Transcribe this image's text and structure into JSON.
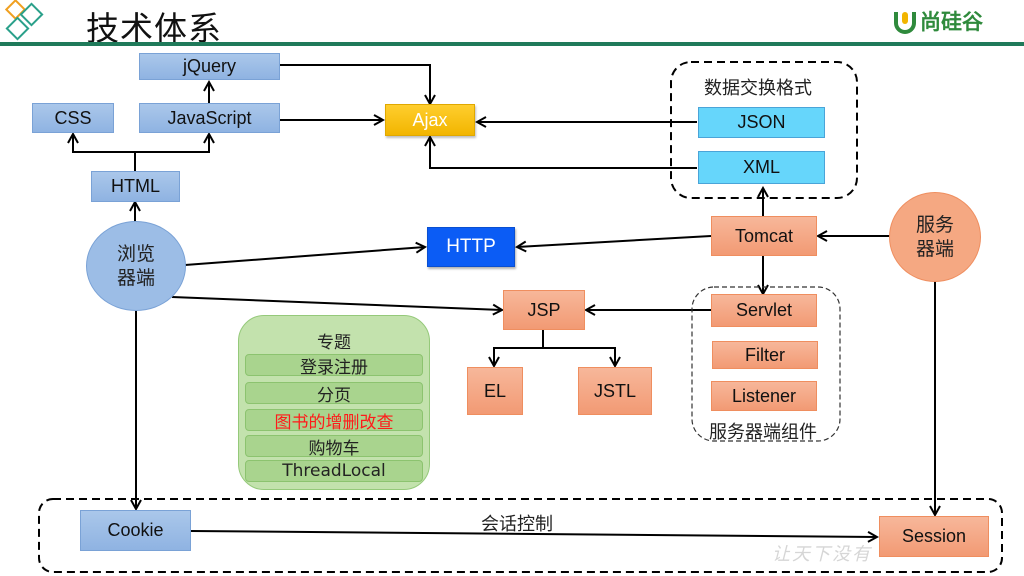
{
  "header": {
    "title": "技术体系",
    "brand": "尚硅谷",
    "brand_logo_letter": "U",
    "accent_color": "#1f7a5a",
    "brand_color": "#2f8a3c"
  },
  "nodes": {
    "jquery": "jQuery",
    "css": "CSS",
    "javascript": "JavaScript",
    "html": "HTML",
    "ajax": "Ajax",
    "http": "HTTP",
    "browser_line1": "浏览",
    "browser_line2": "器端",
    "server_line1": "服务",
    "server_line2": "器端",
    "tomcat": "Tomcat",
    "jsp": "JSP",
    "el": "EL",
    "jstl": "JSTL",
    "json": "JSON",
    "xml": "XML",
    "servlet": "Servlet",
    "filter": "Filter",
    "listener": "Listener",
    "cookie": "Cookie",
    "session": "Session"
  },
  "groups": {
    "data_exchange_label": "数据交换格式",
    "server_components_label": "服务器端组件",
    "session_control_label": "会话控制"
  },
  "topics": {
    "title": "专题",
    "items": [
      {
        "label": "登录注册",
        "highlight": false
      },
      {
        "label": "分页",
        "highlight": false
      },
      {
        "label": "图书的增删改查",
        "highlight": true
      },
      {
        "label": "购物车",
        "highlight": false
      },
      {
        "label": "ThreadLocal",
        "highlight": false
      }
    ]
  },
  "watermark": "让天下没有"
}
